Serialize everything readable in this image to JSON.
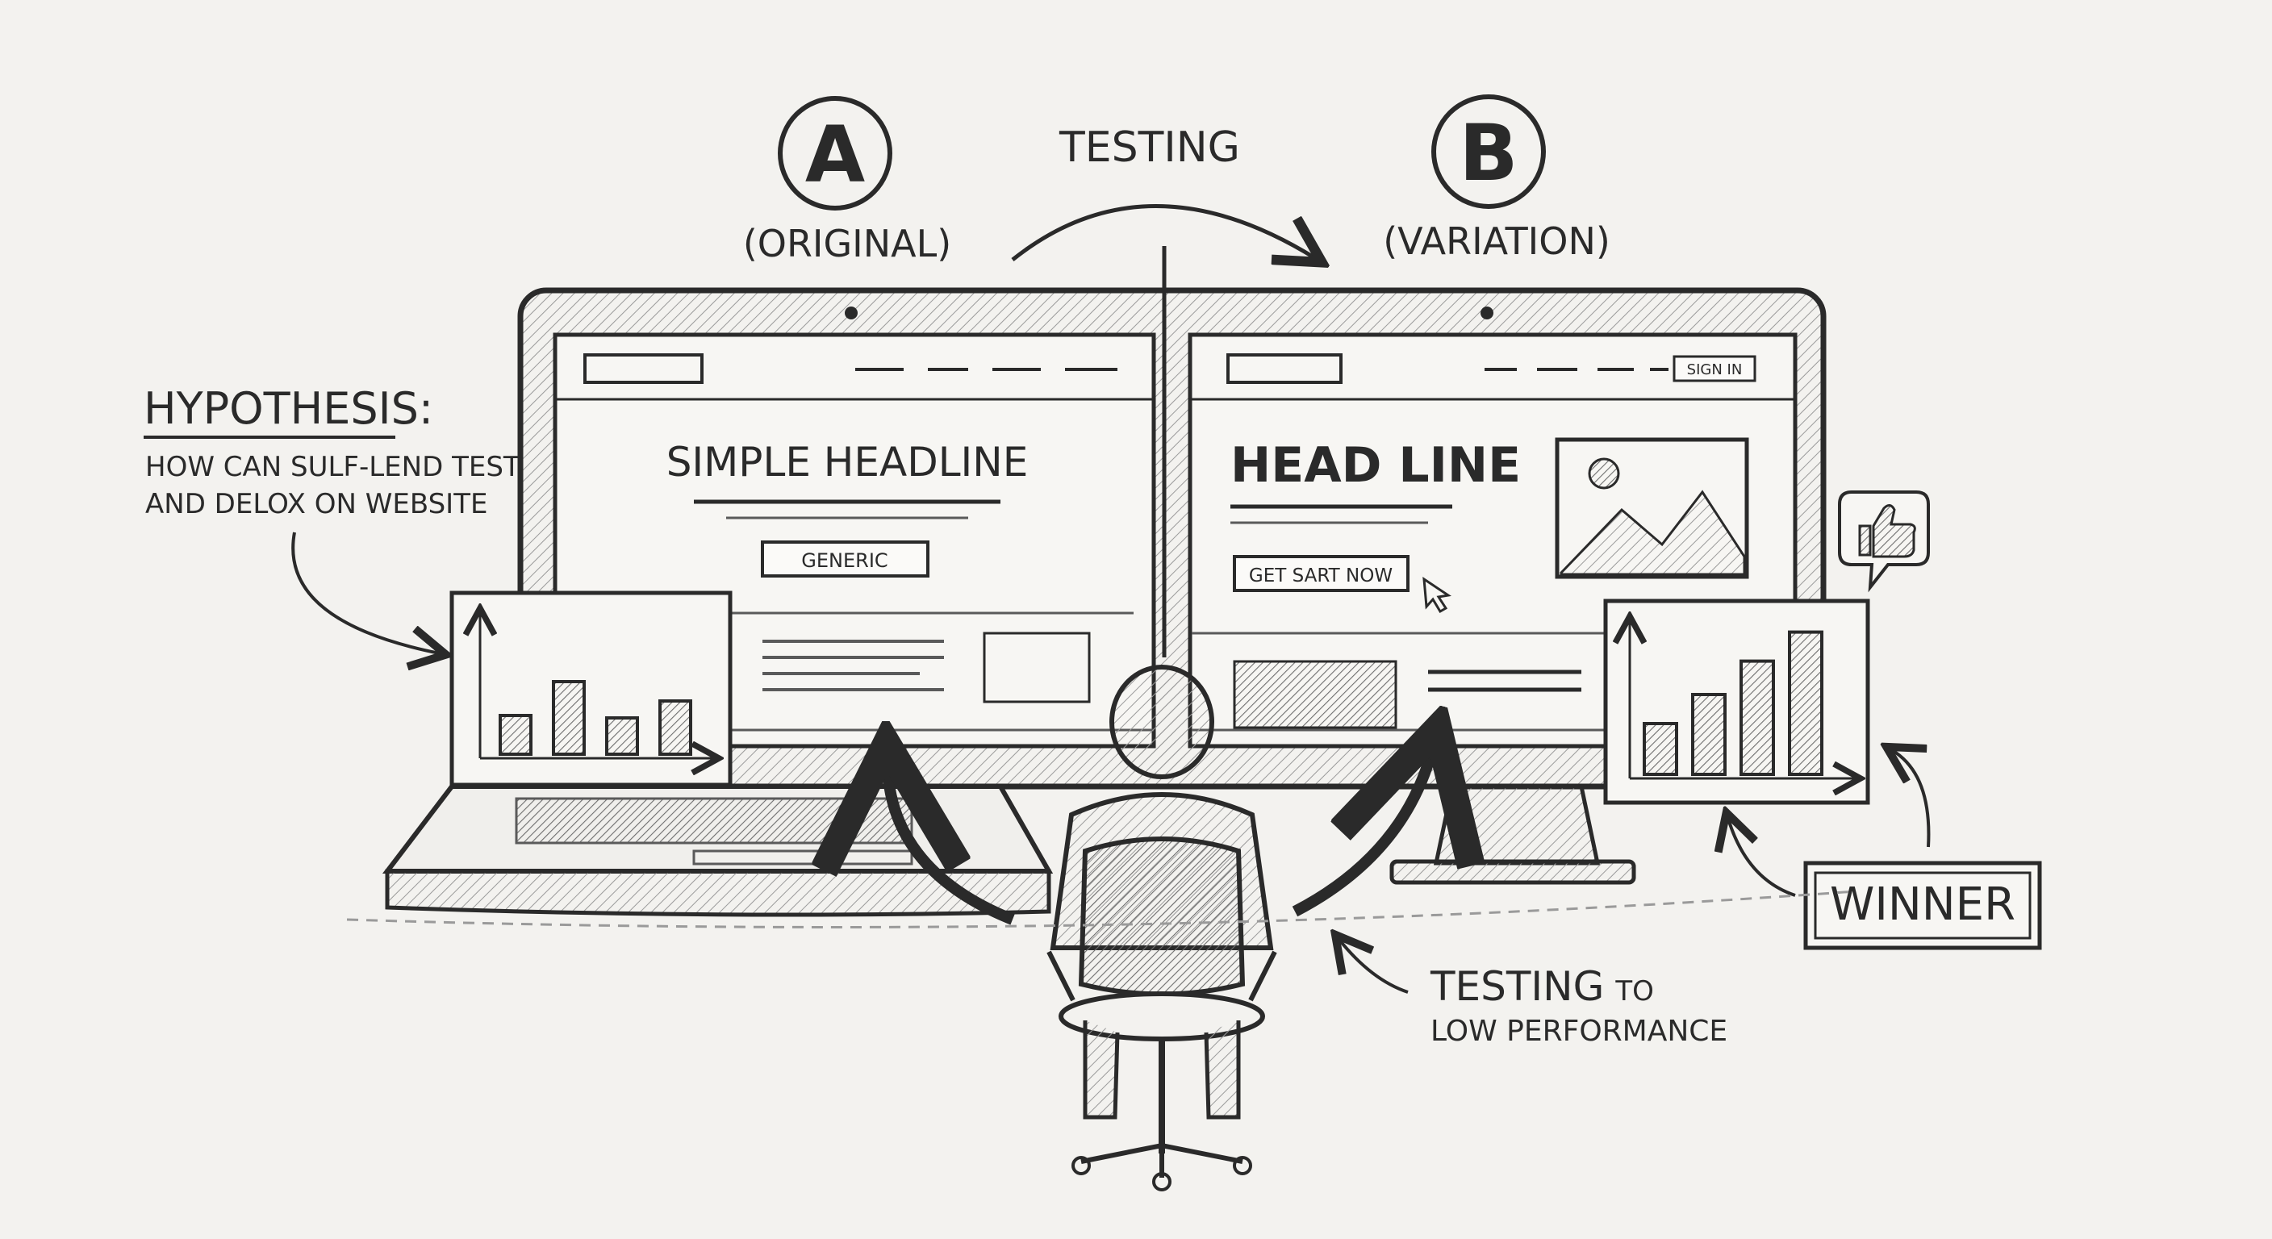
{
  "header": {
    "variant_a_letter": "A",
    "variant_a_label": "(ORIGINAL)",
    "testing_label": "TESTING",
    "variant_b_letter": "B",
    "variant_b_label": "(VARIATION)"
  },
  "hypothesis": {
    "title": "HYPOTHESIS:",
    "line1": "HOW CAN SULF-LEND TEST",
    "line2": "AND DELOX ON WEBSITE"
  },
  "page_a": {
    "headline": "SIMPLE HEADLINE",
    "button_label": "GENERIC"
  },
  "page_b": {
    "headline": "HEAD LINE",
    "sign_in_label": "SIGN IN",
    "button_label": "GET SART NOW"
  },
  "chart_a": {
    "values": [
      0.32,
      0.6,
      0.3,
      0.44
    ]
  },
  "chart_b": {
    "values": [
      0.35,
      0.55,
      0.78,
      0.98
    ]
  },
  "winner": {
    "label": "WINNER"
  },
  "footer_note": {
    "line1_main": "TESTING",
    "line1_small": "TO",
    "line2": "LOW PERFORMANCE"
  },
  "colors": {
    "ink": "#2a2a2a",
    "paper": "#f3f2ef",
    "hatch": "#9a9a9a"
  }
}
